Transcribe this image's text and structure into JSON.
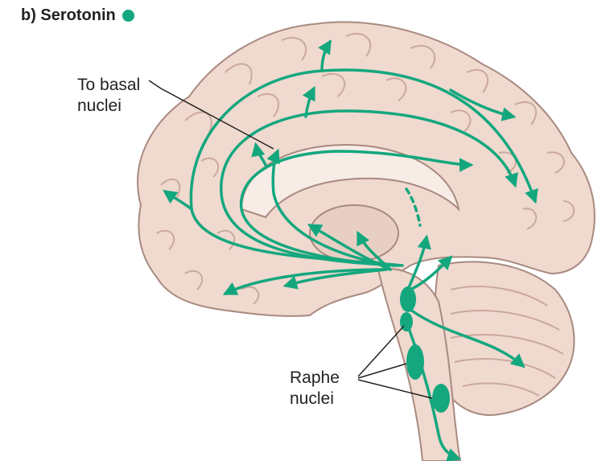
{
  "title": "b) Serotonin",
  "colors": {
    "pathway": "#14a77e",
    "brain_fill": "#f0d9cf",
    "brain_outline": "#a88a80",
    "leader_line": "#222222"
  },
  "labels": {
    "basal_line1": "To basal",
    "basal_line2": "nuclei",
    "raphe_line1": "Raphe",
    "raphe_line2": "nuclei"
  }
}
